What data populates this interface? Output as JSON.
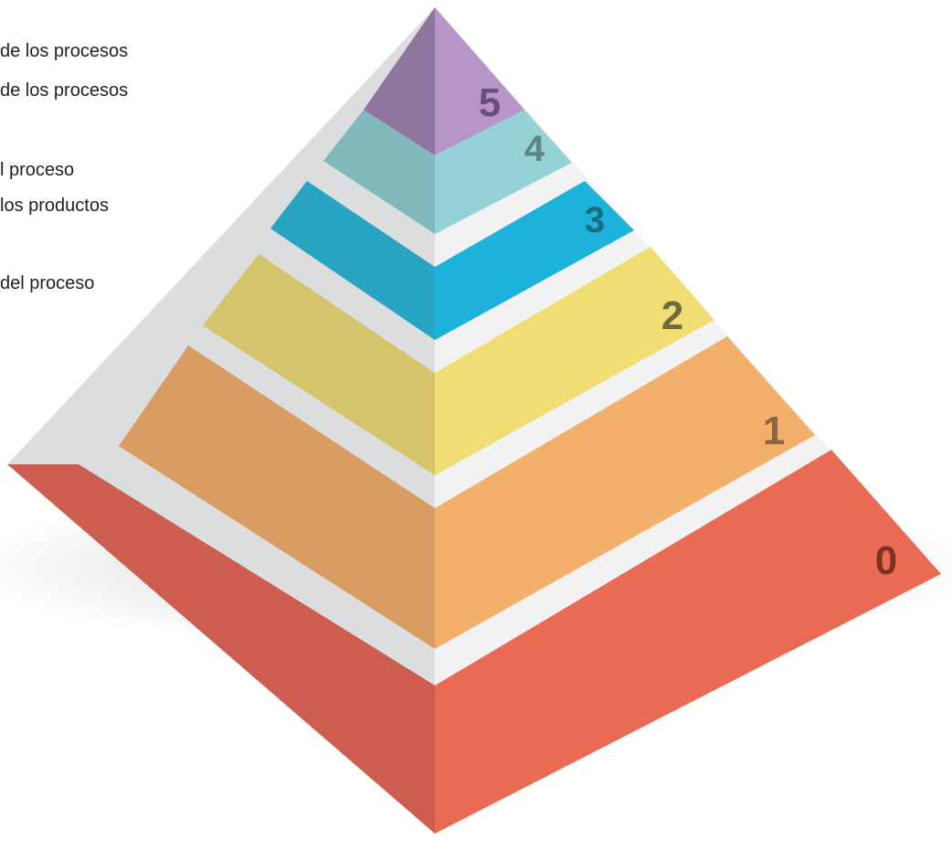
{
  "legend": {
    "lines": [
      "de los procesos",
      "de los procesos",
      "l proceso",
      " los productos",
      "del proceso"
    ]
  },
  "pyramid": {
    "levels": [
      {
        "number": "0",
        "color_left": "#cd5d4e",
        "color_right": "#e96b53",
        "label_color": "#7a3324"
      },
      {
        "number": "1",
        "color_left": "#d99c62",
        "color_right": "#f2b06b",
        "label_color": "#8a6644"
      },
      {
        "number": "2",
        "color_left": "#d5c46b",
        "color_right": "#f0de75",
        "label_color": "#6f6a40"
      },
      {
        "number": "3",
        "color_left": "#2aa4c3",
        "color_right": "#1cb2dc",
        "label_color": "#1b6c82"
      },
      {
        "number": "4",
        "color_left": "#82b9bc",
        "color_right": "#95d2d6",
        "label_color": "#5f8487"
      },
      {
        "number": "5",
        "color_left": "#8e769f",
        "color_right": "#b895c9",
        "label_color": "#6a4f7d"
      }
    ],
    "separator_color_left": "#dcdddf",
    "separator_color_right": "#f2f2f3"
  }
}
